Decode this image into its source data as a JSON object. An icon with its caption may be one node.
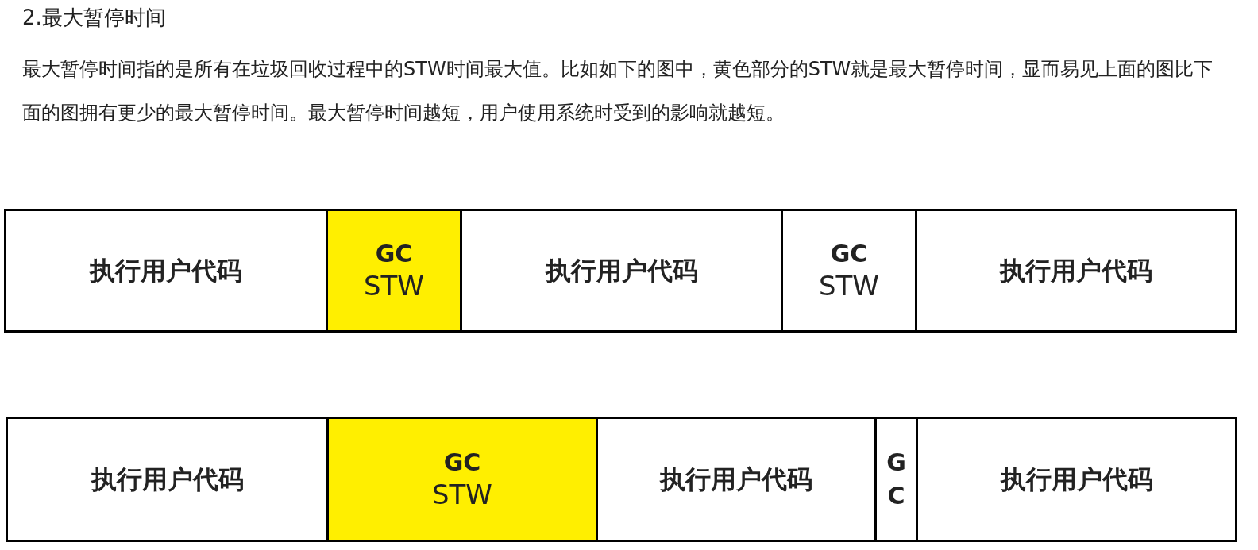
{
  "diagram": {
    "title": "2.最大暂停时间",
    "nodes": [
      {
        "text": [
          "执行用户代码"
        ]
      },
      {
        "text": [
          "GC",
          "STW"
        ]
      },
      {
        "text": [
          "执行用户代码"
        ]
      },
      {
        "text": [
          "GC",
          "STW"
        ]
      },
      {
        "text": [
          "执行用户代码"
        ]
      },
      {
        "text": [
          "执行用户代码"
        ]
      },
      {
        "text": [
          "GC",
          "STW"
        ]
      },
      {
        "text": [
          "执行用户代码"
        ]
      },
      {
        "text": [
          "GC"
        ]
      },
      {
        "text": [
          "执行用户代码"
        ]
      }
    ],
    "edges": [],
    "labels": [
      "最大暂停时间指的是所有在垃圾回收过程中的STW时间最大值。比如如下的图中，黄色部分的STW就是最大暂停时间，显而易见上面的图比下面的图拥有更少的最大暂停时间。最大暂停时间越短，用户使用系统时受到的影响就越短。"
    ]
  }
}
